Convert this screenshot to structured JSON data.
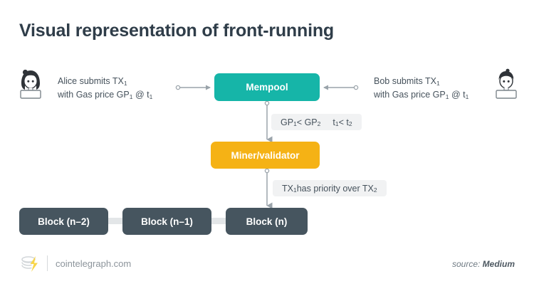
{
  "title": "Visual representation of front-running",
  "actors": {
    "left": {
      "avatar_name": "alice-avatar",
      "line1_pre": "Alice submits TX",
      "line1_sub": "1",
      "line2_pre": "with Gas price GP",
      "line2_sub": "1",
      "line2_post": " @ t",
      "line2_sub2": "1"
    },
    "right": {
      "avatar_name": "bob-avatar",
      "line1_pre": "Bob submits TX",
      "line1_sub": "1",
      "line2_pre": "with Gas price GP",
      "line2_sub": "1",
      "line2_post": " @ t",
      "line2_sub2": "1"
    }
  },
  "nodes": {
    "mempool": "Mempool",
    "miner": "Miner/validator"
  },
  "tags": {
    "gas": {
      "a_pre": "GP",
      "a_sub": "1",
      "a_mid": " < GP",
      "a_sub2": "2",
      "b_pre": "t",
      "b_sub": "1",
      "b_mid": " < t",
      "b_sub2": "2"
    },
    "priority": {
      "pre": "TX",
      "sub": "1",
      "mid": " has priority over TX",
      "sub2": "2"
    }
  },
  "blocks": [
    {
      "label": "Block (n–2)"
    },
    {
      "label": "Block (n–1)"
    },
    {
      "label": "Block (n)"
    }
  ],
  "footer": {
    "site": "cointelegraph.com",
    "source_prefix": "source: ",
    "source_name": "Medium"
  },
  "colors": {
    "mempool": "#16b5a8",
    "miner": "#f5b215",
    "block": "#46555f",
    "title": "#2f3d49",
    "tag_bg": "#f1f2f3",
    "connector": "#9aa3aa",
    "chain_link": "#e3e6e8",
    "logo_bolt": "#f7d54a"
  }
}
